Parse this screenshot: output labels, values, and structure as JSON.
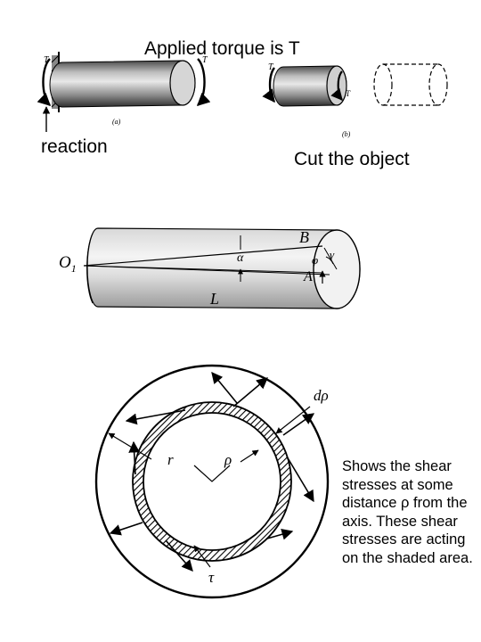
{
  "labels": {
    "applied_torque": "Applied torque is T",
    "reaction": "reaction",
    "cut_object": "Cut the object"
  },
  "fig_a": {
    "sublabel": "(a)",
    "torque_left": "T",
    "torque_right": "T"
  },
  "fig_b": {
    "sublabel": "(b)",
    "torque_left": "T",
    "torque_inner": "T"
  },
  "shaft": {
    "origin": "O",
    "origin_sub": "1",
    "point_b": "B",
    "point_a": "A",
    "alpha": "α",
    "length": "L",
    "phi": "φ",
    "gamma": "γ"
  },
  "ring": {
    "d_rho": "dρ",
    "r": "r",
    "rho": "ρ",
    "tau": "τ"
  },
  "caption": "Shows the shear stresses at some distance ρ from the axis. These shear stresses are acting on the shaded area."
}
